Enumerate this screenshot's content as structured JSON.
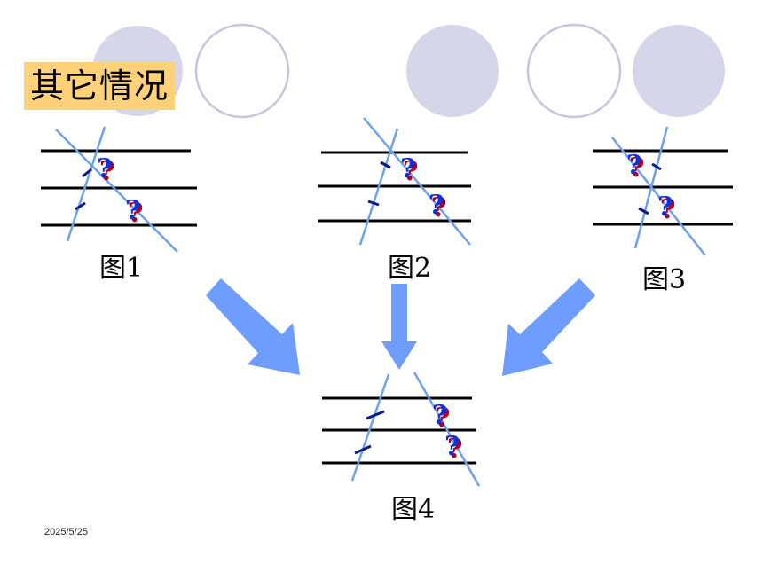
{
  "title": "其它情况",
  "figures": [
    {
      "label": "图1"
    },
    {
      "label": "图2"
    },
    {
      "label": "图3"
    },
    {
      "label": "图4"
    }
  ],
  "question_mark": "?",
  "date": "2025/5/25",
  "colors": {
    "circle_fill": "#d6d6ea",
    "circle_stroke": "#c6c6e0",
    "title_bg": "#ffd27a",
    "line": "#000000",
    "transversal": "#6ea0f0",
    "tick": "#0a1a8c",
    "arrow": "#6e9cff",
    "q_fill": "#1030d8",
    "q_shadow": "#b00020"
  }
}
